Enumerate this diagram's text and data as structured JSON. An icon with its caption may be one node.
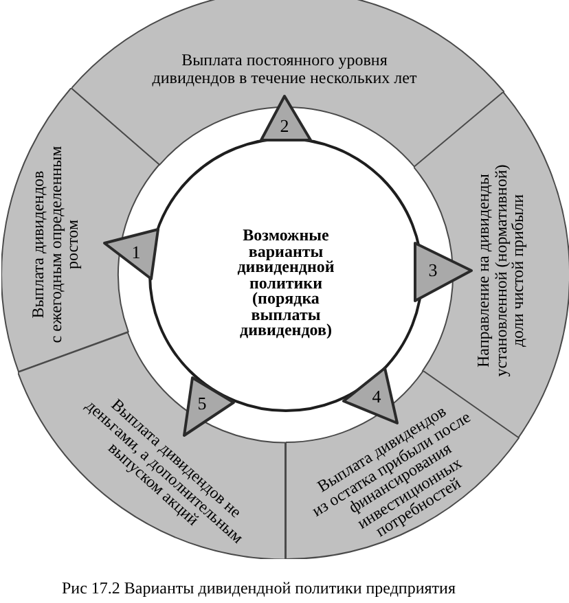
{
  "diagram": {
    "caption": "Рис 17.2 Варианты дивидендной политики предприятия",
    "nodes": [
      {
        "text": [
          "Возможные варианты дивидендной политики (порядка выплаты дивидендов)"
        ]
      },
      {
        "text": [
          "1"
        ]
      },
      {
        "text": [
          "Выплата дивидендов с ежегодным определенным ростом"
        ]
      },
      {
        "text": [
          "2"
        ]
      },
      {
        "text": [
          "Выплата постоянного уровня дивидендов в течение нескольких лет"
        ]
      },
      {
        "text": [
          "3"
        ]
      },
      {
        "text": [
          "Направление на дивиденды установленной (нормативной) доли чистой прибыли"
        ]
      },
      {
        "text": [
          "4"
        ]
      },
      {
        "text": [
          "Выплата дивидендов из остатка прибыли после финансирования инвестиционных потребностей"
        ]
      },
      {
        "text": [
          "5"
        ]
      },
      {
        "text": [
          "Выплата дивидендов не деньгами, а дополнительным выпуском акций"
        ]
      }
    ]
  }
}
